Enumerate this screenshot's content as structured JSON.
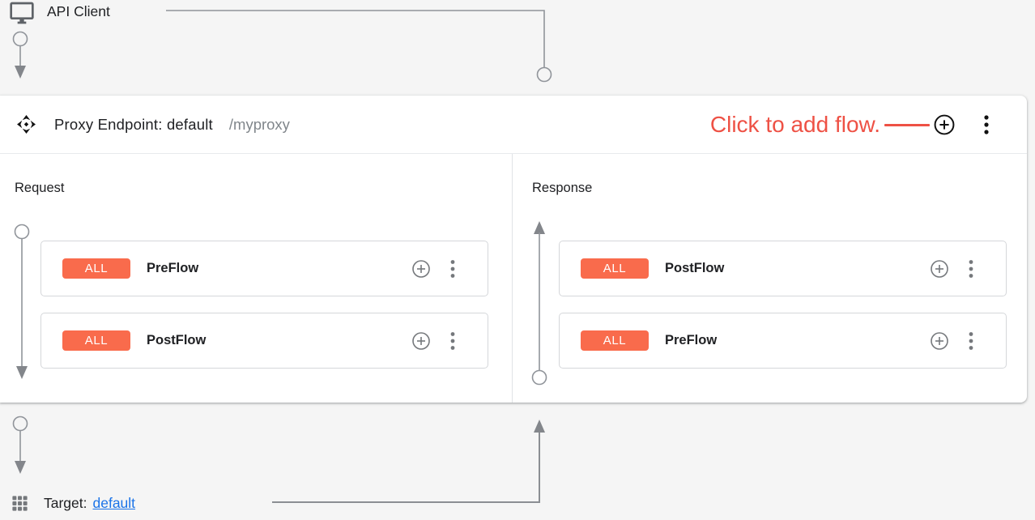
{
  "colors": {
    "background": "#f5f5f5",
    "card": "#ffffff",
    "badge_orange": "#f96b4c",
    "annotation_red": "#ee5145",
    "link_blue": "#1a73e8",
    "connector_gray": "#90949a",
    "text_primary": "#202124",
    "text_secondary": "#80868b"
  },
  "api_client": {
    "label": "API Client",
    "icon": "monitor-icon"
  },
  "proxy_endpoint": {
    "icon": "proxy-endpoint-icon",
    "title": "Proxy Endpoint: default",
    "basepath": "/myproxy",
    "annotation_text": "Click to add flow.",
    "add_flow_icon": "plus-circle",
    "menu_icon": "kebab"
  },
  "request_panel": {
    "title": "Request",
    "flows": [
      {
        "badge": "ALL",
        "name": "PreFlow"
      },
      {
        "badge": "ALL",
        "name": "PostFlow"
      }
    ]
  },
  "response_panel": {
    "title": "Response",
    "flows": [
      {
        "badge": "ALL",
        "name": "PostFlow"
      },
      {
        "badge": "ALL",
        "name": "PreFlow"
      }
    ]
  },
  "target": {
    "label": "Target:",
    "link": "default",
    "icon": "grid-icon"
  }
}
